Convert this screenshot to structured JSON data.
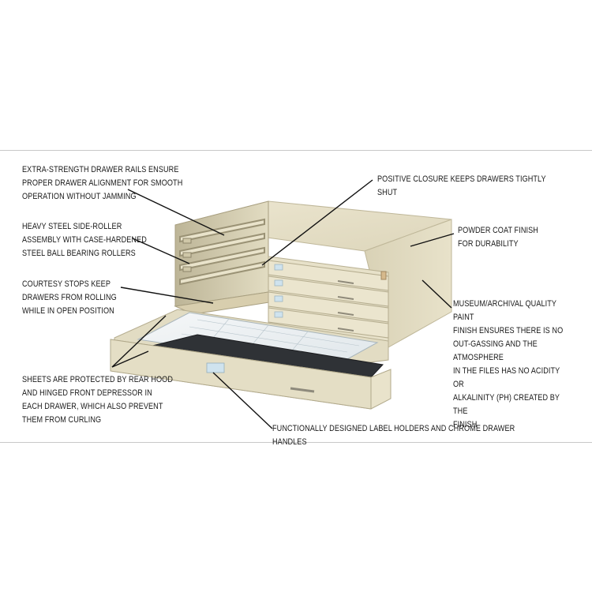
{
  "callouts": {
    "drawer_rails": "EXTRA-STRENGTH DRAWER RAILS ENSURE\nPROPER DRAWER ALIGNMENT FOR SMOOTH\nOPERATION WITHOUT JAMMING",
    "side_roller": "HEAVY STEEL SIDE-ROLLER\nASSEMBLY WITH CASE-HARDENED\nSTEEL BALL BEARING ROLLERS",
    "courtesy_stops": "COURTESY STOPS KEEP\nDRAWERS FROM ROLLING\nWHILE IN OPEN POSITION",
    "rear_hood": "SHEETS ARE PROTECTED BY REAR HOOD\nAND HINGED FRONT DEPRESSOR IN\nEACH DRAWER, WHICH ALSO PREVENT\nTHEM FROM CURLING",
    "positive_closure": "POSITIVE CLOSURE KEEPS DRAWERS TIGHTLY SHUT",
    "powder_coat": "POWDER COAT FINISH\nFOR DURABILITY",
    "museum_paint": "MUSEUM/ARCHIVAL QUALITY PAINT\nFINISH ENSURES THERE IS NO\nOUT-GASSING AND THE ATMOSPHERE\nIN THE FILES HAS NO ACIDITY OR\nALKALINITY (PH) CREATED BY THE\nFINISH",
    "label_holders": "FUNCTIONALLY DESIGNED LABEL HOLDERS AND CHROME DRAWER HANDLES"
  },
  "colors": {
    "cabinet_tan": "#e6e0c8",
    "cabinet_shadow": "#cfc8ab",
    "label_blue": "#cfe3ee",
    "frame_line": "#c8c8c8"
  }
}
